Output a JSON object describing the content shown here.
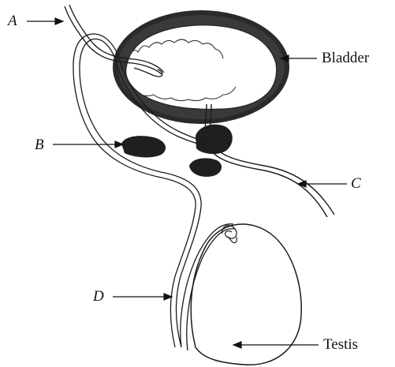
{
  "labels": {
    "a": "A",
    "b": "B",
    "c": "C",
    "d": "D",
    "bladder": "Bladder",
    "testis": "Testis"
  },
  "colors": {
    "line": "#1a1a1a",
    "fill_dark": "#222222",
    "background": "#ffffff"
  }
}
